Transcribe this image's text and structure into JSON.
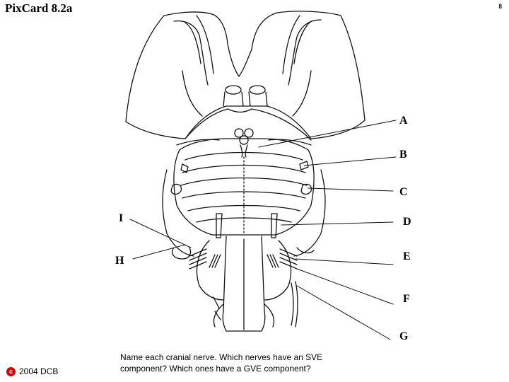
{
  "header": {
    "title": "PixCard 8.2a",
    "page_number": "8"
  },
  "labels": [
    "A",
    "B",
    "C",
    "D",
    "E",
    "F",
    "G",
    "H",
    "I"
  ],
  "question": {
    "line1": "Name each cranial nerve.  Which nerves have an SVE",
    "line2": "component?  Which ones have a GVE component?"
  },
  "footer": {
    "copyright_symbol": "c",
    "credit": "2004 DCB"
  },
  "icons": [
    "copyright-icon"
  ]
}
